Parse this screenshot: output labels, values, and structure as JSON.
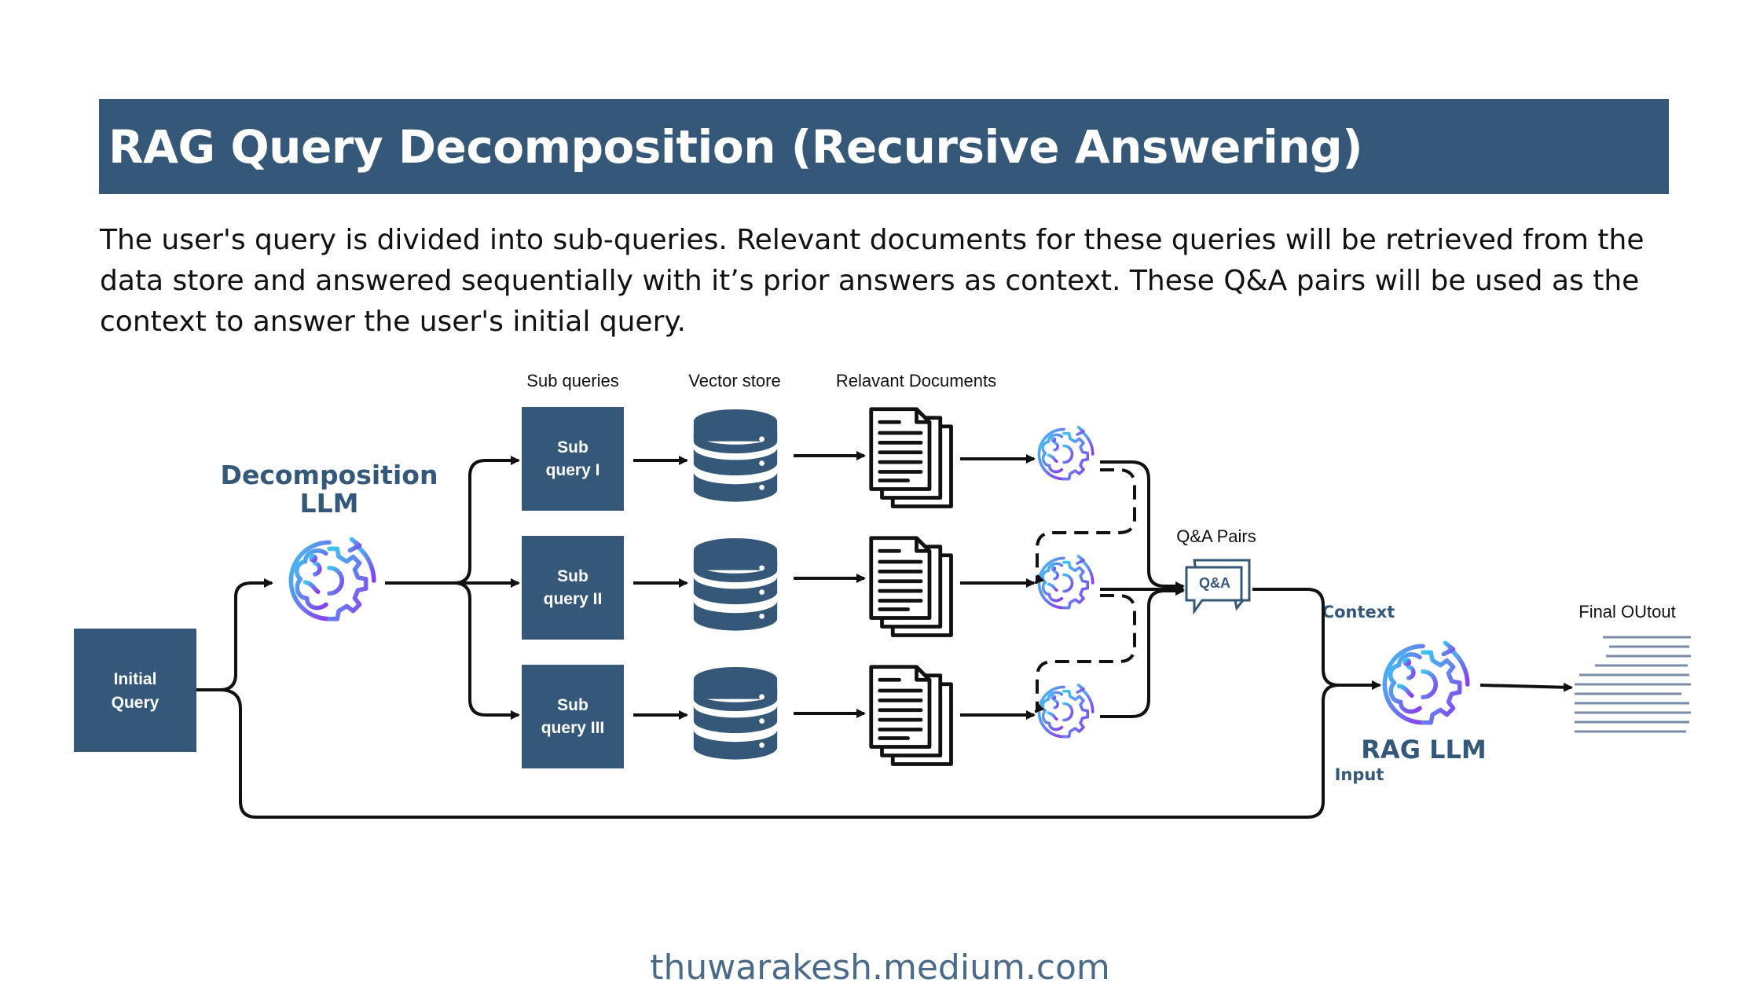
{
  "title": "RAG Query Decomposition (Recursive Answering)",
  "description": "The user's query is divided into sub-queries. Relevant documents for these queries will be retrieved from the data store and answered sequentially with it’s prior answers as context. These Q&A pairs will be used as the context to answer the user's initial query.",
  "column_labels": {
    "sub_queries": "Sub queries",
    "vector_store": "Vector store",
    "documents": "Relavant Documents"
  },
  "initial_query": {
    "line1": "Initial",
    "line2": "Query"
  },
  "decomposition_llm": {
    "line1": "Decomposition",
    "line2": "LLM"
  },
  "sub_queries": [
    {
      "line1": "Sub",
      "line2": "query I"
    },
    {
      "line1": "Sub",
      "line2": "query II"
    },
    {
      "line1": "Sub",
      "line2": "query III"
    }
  ],
  "qa_pairs_label": "Q&A Pairs",
  "qa_icon_text": "Q&A",
  "context_label": "Context",
  "input_label": "Input",
  "rag_llm_label": "RAG LLM",
  "final_output_label": "Final OUtout",
  "footer": "thuwarakesh.medium.com",
  "colors": {
    "box_fill": "#355878",
    "accent_text": "#34587a",
    "icon_gradient_start": "#3ec6f0",
    "icon_gradient_end": "#8a3cf0"
  }
}
